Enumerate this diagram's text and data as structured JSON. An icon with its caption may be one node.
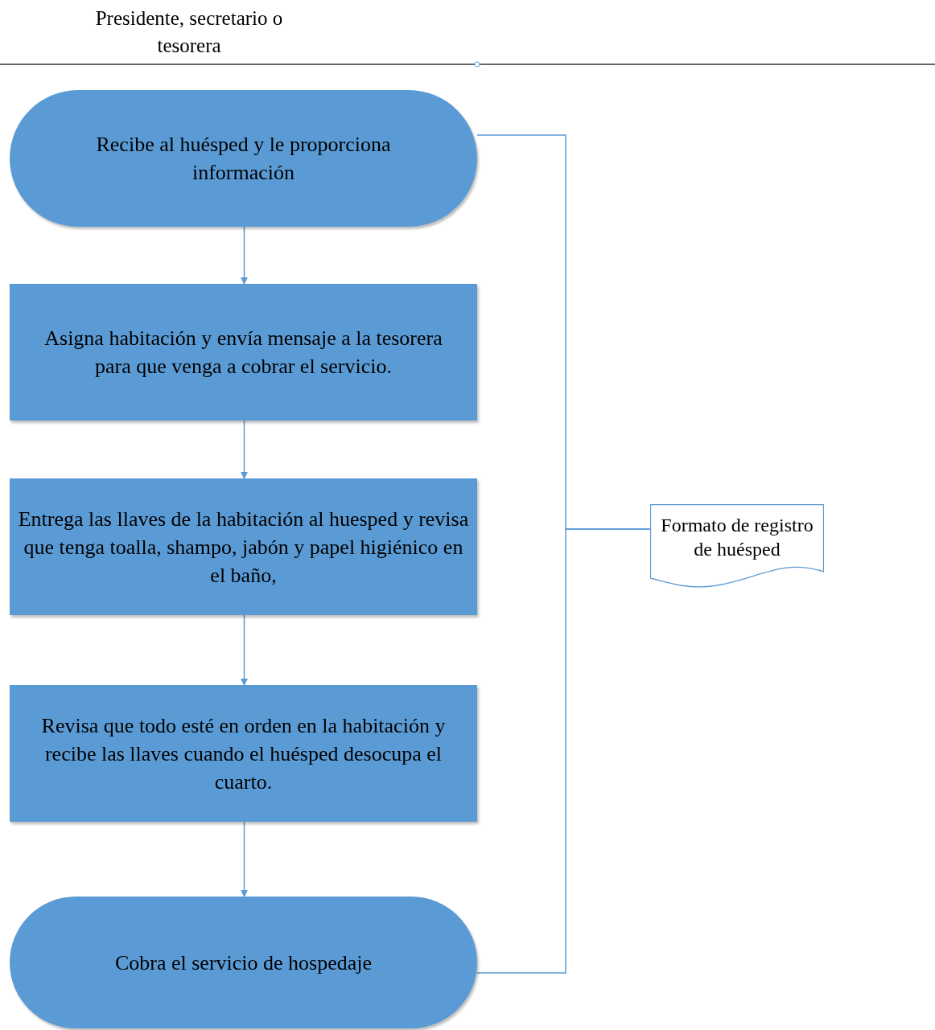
{
  "diagram": {
    "nodes": [
      {
        "text": [
          "Recibe al huésped y le proporciona información"
        ]
      },
      {
        "text": [
          "Asigna habitación y envía mensaje a la tesorera para que venga a cobrar el servicio."
        ]
      },
      {
        "text": [
          "Entrega las llaves de la habitación al huesped y revisa que tenga toalla, shampo,  jabón y papel higiénico en el baño,"
        ]
      },
      {
        "text": [
          "Revisa que todo esté en orden en la habitación y recibe las llaves cuando el huésped desocupa el cuarto."
        ]
      },
      {
        "text": [
          "Cobra el servicio de hospedaje"
        ]
      },
      {
        "text": [
          "Formato de registro de huésped"
        ]
      }
    ],
    "edges": [
      {
        "from": 0,
        "to": 1,
        "arrow": "to"
      },
      {
        "from": 1,
        "to": 2,
        "arrow": "to"
      },
      {
        "from": 2,
        "to": 3,
        "arrow": "to"
      },
      {
        "from": 3,
        "to": 4,
        "arrow": "to"
      },
      {
        "from": 0,
        "to": 5,
        "arrow": "none"
      },
      {
        "from": 4,
        "to": 5,
        "arrow": "none"
      }
    ],
    "labels": [
      "Presidente, secretario o tesorera"
    ]
  }
}
